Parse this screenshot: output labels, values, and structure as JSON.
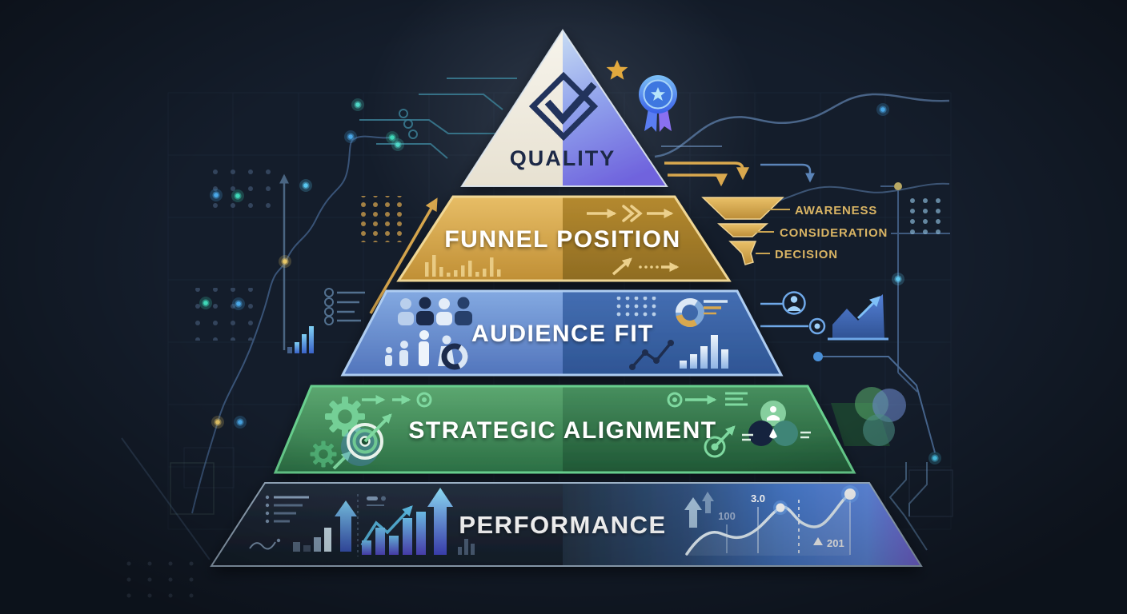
{
  "diagram": {
    "layers": [
      {
        "id": "quality",
        "label": "QUALITY",
        "color_left": "#f4f1e8",
        "color_right": "#8b8ae8"
      },
      {
        "id": "funnel-position",
        "label": "FUNNEL POSITION",
        "color_left": "#d9a94f",
        "color_right": "#a07a28"
      },
      {
        "id": "audience-fit",
        "label": "AUDIENCE FIT",
        "color_left": "#6d94d2",
        "color_right": "#38609f"
      },
      {
        "id": "strategic-alignment",
        "label": "STRATEGIC ALIGNMENT",
        "color_left": "#4f9e66",
        "color_right": "#2e6f45"
      },
      {
        "id": "performance",
        "label": "PERFORMANCE",
        "color_left": "#1e2835",
        "color_right": "#5c85e6"
      }
    ]
  },
  "funnel": {
    "stages": [
      "AWARENESS",
      "CONSIDERATION",
      "DECISION"
    ]
  },
  "performance_chart": {
    "label_low": "100",
    "label_peak": "3.0",
    "label_delta": "201"
  },
  "palette": {
    "background": "#141d2b",
    "gold": "#d9a84e",
    "funnel_label_text": "#d9b464",
    "layer_title_text": "#ffffff",
    "quality_title_text": "#1d2947",
    "accent_blue": "#4a7fd6",
    "accent_green": "#3f8a58",
    "accent_purple": "#7a66e0"
  }
}
